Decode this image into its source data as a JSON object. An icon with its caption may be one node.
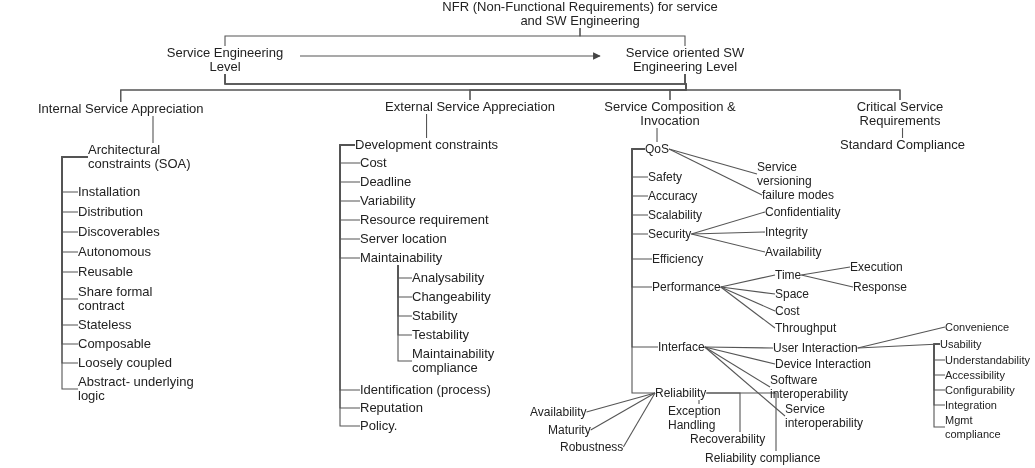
{
  "diagram": {
    "nodes": [
      {
        "text": [
          "NFR (Non-Functional Requirements) for service and SW Engineering"
        ]
      },
      {
        "text": [
          "Service Engineering Level"
        ]
      },
      {
        "text": [
          "Service oriented SW Engineering Level"
        ]
      },
      {
        "text": [
          "Internal Service Appreciation"
        ]
      },
      {
        "text": [
          "External Service Appreciation"
        ]
      },
      {
        "text": [
          "Service Composition & Invocation"
        ]
      },
      {
        "text": [
          "Critical Service Requirements"
        ]
      },
      {
        "text": [
          "Architectural constraints (SOA)"
        ]
      },
      {
        "text": [
          "Installation"
        ]
      },
      {
        "text": [
          "Distribution"
        ]
      },
      {
        "text": [
          "Discoverables"
        ]
      },
      {
        "text": [
          "Autonomous"
        ]
      },
      {
        "text": [
          "Reusable"
        ]
      },
      {
        "text": [
          "Share formal contract"
        ]
      },
      {
        "text": [
          "Stateless"
        ]
      },
      {
        "text": [
          "Composable"
        ]
      },
      {
        "text": [
          "Loosely coupled"
        ]
      },
      {
        "text": [
          "Abstract- underlying logic"
        ]
      },
      {
        "text": [
          "Development constraints"
        ]
      },
      {
        "text": [
          "Cost"
        ]
      },
      {
        "text": [
          "Deadline"
        ]
      },
      {
        "text": [
          "Variability"
        ]
      },
      {
        "text": [
          "Resource requirement"
        ]
      },
      {
        "text": [
          "Server location"
        ]
      },
      {
        "text": [
          "Maintainability"
        ]
      },
      {
        "text": [
          "Analysability"
        ]
      },
      {
        "text": [
          "Changeability"
        ]
      },
      {
        "text": [
          "Stability"
        ]
      },
      {
        "text": [
          "Testability"
        ]
      },
      {
        "text": [
          "Maintainability compliance"
        ]
      },
      {
        "text": [
          "Identification (process)"
        ]
      },
      {
        "text": [
          "Reputation"
        ]
      },
      {
        "text": [
          "Policy."
        ]
      },
      {
        "text": [
          "QoS"
        ]
      },
      {
        "text": [
          "Service versioning"
        ]
      },
      {
        "text": [
          "failure modes"
        ]
      },
      {
        "text": [
          "Safety"
        ]
      },
      {
        "text": [
          "Accuracy"
        ]
      },
      {
        "text": [
          "Scalability"
        ]
      },
      {
        "text": [
          "Security"
        ]
      },
      {
        "text": [
          "Confidentiality"
        ]
      },
      {
        "text": [
          "Integrity"
        ]
      },
      {
        "text": [
          "Availability"
        ]
      },
      {
        "text": [
          "Efficiency"
        ]
      },
      {
        "text": [
          "Performance"
        ]
      },
      {
        "text": [
          "Time"
        ]
      },
      {
        "text": [
          "Execution"
        ]
      },
      {
        "text": [
          "Response"
        ]
      },
      {
        "text": [
          "Space"
        ]
      },
      {
        "text": [
          "Cost"
        ]
      },
      {
        "text": [
          "Throughput"
        ]
      },
      {
        "text": [
          "Interface"
        ]
      },
      {
        "text": [
          "User Interaction"
        ]
      },
      {
        "text": [
          "Convenience"
        ]
      },
      {
        "text": [
          "Usability"
        ]
      },
      {
        "text": [
          "Understandability"
        ]
      },
      {
        "text": [
          "Accessibility"
        ]
      },
      {
        "text": [
          "Configurability"
        ]
      },
      {
        "text": [
          "Integration"
        ]
      },
      {
        "text": [
          "Mgmt compliance"
        ]
      },
      {
        "text": [
          "Device Interaction"
        ]
      },
      {
        "text": [
          "Software interoperability"
        ]
      },
      {
        "text": [
          "Service interoperability"
        ]
      },
      {
        "text": [
          "Reliability"
        ]
      },
      {
        "text": [
          "Availability"
        ]
      },
      {
        "text": [
          "Maturity"
        ]
      },
      {
        "text": [
          "Robustness"
        ]
      },
      {
        "text": [
          "Exception Handling"
        ]
      },
      {
        "text": [
          "Recoverability"
        ]
      },
      {
        "text": [
          "Reliability compliance"
        ]
      },
      {
        "text": [
          "Standard Compliance"
        ]
      }
    ],
    "edges": [
      {
        "from": 0,
        "to": 1,
        "arrow": "none"
      },
      {
        "from": 0,
        "to": 2,
        "arrow": "none"
      },
      {
        "from": 1,
        "to": 2,
        "arrow": "to"
      },
      {
        "from": 1,
        "to": 3,
        "arrow": "none"
      },
      {
        "from": 1,
        "to": 4,
        "arrow": "none"
      },
      {
        "from": 1,
        "to": 5,
        "arrow": "none"
      },
      {
        "from": 1,
        "to": 6,
        "arrow": "none"
      },
      {
        "from": 2,
        "to": 3,
        "arrow": "none"
      },
      {
        "from": 2,
        "to": 4,
        "arrow": "none"
      },
      {
        "from": 2,
        "to": 5,
        "arrow": "none"
      },
      {
        "from": 2,
        "to": 6,
        "arrow": "none"
      },
      {
        "from": 3,
        "to": 7,
        "arrow": "none"
      },
      {
        "from": 7,
        "to": 8,
        "arrow": "none"
      },
      {
        "from": 7,
        "to": 9,
        "arrow": "none"
      },
      {
        "from": 7,
        "to": 10,
        "arrow": "none"
      },
      {
        "from": 7,
        "to": 11,
        "arrow": "none"
      },
      {
        "from": 7,
        "to": 12,
        "arrow": "none"
      },
      {
        "from": 7,
        "to": 13,
        "arrow": "none"
      },
      {
        "from": 7,
        "to": 14,
        "arrow": "none"
      },
      {
        "from": 7,
        "to": 15,
        "arrow": "none"
      },
      {
        "from": 7,
        "to": 16,
        "arrow": "none"
      },
      {
        "from": 7,
        "to": 17,
        "arrow": "none"
      },
      {
        "from": 4,
        "to": 18,
        "arrow": "none"
      },
      {
        "from": 18,
        "to": 19,
        "arrow": "none"
      },
      {
        "from": 18,
        "to": 20,
        "arrow": "none"
      },
      {
        "from": 18,
        "to": 21,
        "arrow": "none"
      },
      {
        "from": 18,
        "to": 22,
        "arrow": "none"
      },
      {
        "from": 18,
        "to": 23,
        "arrow": "none"
      },
      {
        "from": 18,
        "to": 24,
        "arrow": "none"
      },
      {
        "from": 18,
        "to": 30,
        "arrow": "none"
      },
      {
        "from": 18,
        "to": 31,
        "arrow": "none"
      },
      {
        "from": 18,
        "to": 32,
        "arrow": "none"
      },
      {
        "from": 24,
        "to": 25,
        "arrow": "none"
      },
      {
        "from": 24,
        "to": 26,
        "arrow": "none"
      },
      {
        "from": 24,
        "to": 27,
        "arrow": "none"
      },
      {
        "from": 24,
        "to": 28,
        "arrow": "none"
      },
      {
        "from": 24,
        "to": 29,
        "arrow": "none"
      },
      {
        "from": 5,
        "to": 33,
        "arrow": "none"
      },
      {
        "from": 33,
        "to": 34,
        "arrow": "none"
      },
      {
        "from": 33,
        "to": 35,
        "arrow": "none"
      },
      {
        "from": 33,
        "to": 36,
        "arrow": "none"
      },
      {
        "from": 33,
        "to": 37,
        "arrow": "none"
      },
      {
        "from": 33,
        "to": 38,
        "arrow": "none"
      },
      {
        "from": 33,
        "to": 39,
        "arrow": "none"
      },
      {
        "from": 33,
        "to": 43,
        "arrow": "none"
      },
      {
        "from": 33,
        "to": 44,
        "arrow": "none"
      },
      {
        "from": 33,
        "to": 51,
        "arrow": "none"
      },
      {
        "from": 33,
        "to": 63,
        "arrow": "none"
      },
      {
        "from": 39,
        "to": 40,
        "arrow": "none"
      },
      {
        "from": 39,
        "to": 41,
        "arrow": "none"
      },
      {
        "from": 39,
        "to": 42,
        "arrow": "none"
      },
      {
        "from": 44,
        "to": 45,
        "arrow": "none"
      },
      {
        "from": 44,
        "to": 48,
        "arrow": "none"
      },
      {
        "from": 44,
        "to": 49,
        "arrow": "none"
      },
      {
        "from": 44,
        "to": 50,
        "arrow": "none"
      },
      {
        "from": 45,
        "to": 46,
        "arrow": "none"
      },
      {
        "from": 45,
        "to": 47,
        "arrow": "none"
      },
      {
        "from": 51,
        "to": 52,
        "arrow": "none"
      },
      {
        "from": 51,
        "to": 60,
        "arrow": "none"
      },
      {
        "from": 51,
        "to": 61,
        "arrow": "none"
      },
      {
        "from": 51,
        "to": 62,
        "arrow": "none"
      },
      {
        "from": 52,
        "to": 53,
        "arrow": "none"
      },
      {
        "from": 52,
        "to": 54,
        "arrow": "none"
      },
      {
        "from": 54,
        "to": 55,
        "arrow": "none"
      },
      {
        "from": 54,
        "to": 56,
        "arrow": "none"
      },
      {
        "from": 54,
        "to": 57,
        "arrow": "none"
      },
      {
        "from": 54,
        "to": 58,
        "arrow": "none"
      },
      {
        "from": 54,
        "to": 59,
        "arrow": "none"
      },
      {
        "from": 63,
        "to": 64,
        "arrow": "none"
      },
      {
        "from": 63,
        "to": 65,
        "arrow": "none"
      },
      {
        "from": 63,
        "to": 66,
        "arrow": "none"
      },
      {
        "from": 63,
        "to": 67,
        "arrow": "none"
      },
      {
        "from": 63,
        "to": 68,
        "arrow": "none"
      },
      {
        "from": 63,
        "to": 69,
        "arrow": "none"
      },
      {
        "from": 6,
        "to": 70,
        "arrow": "none"
      }
    ]
  }
}
